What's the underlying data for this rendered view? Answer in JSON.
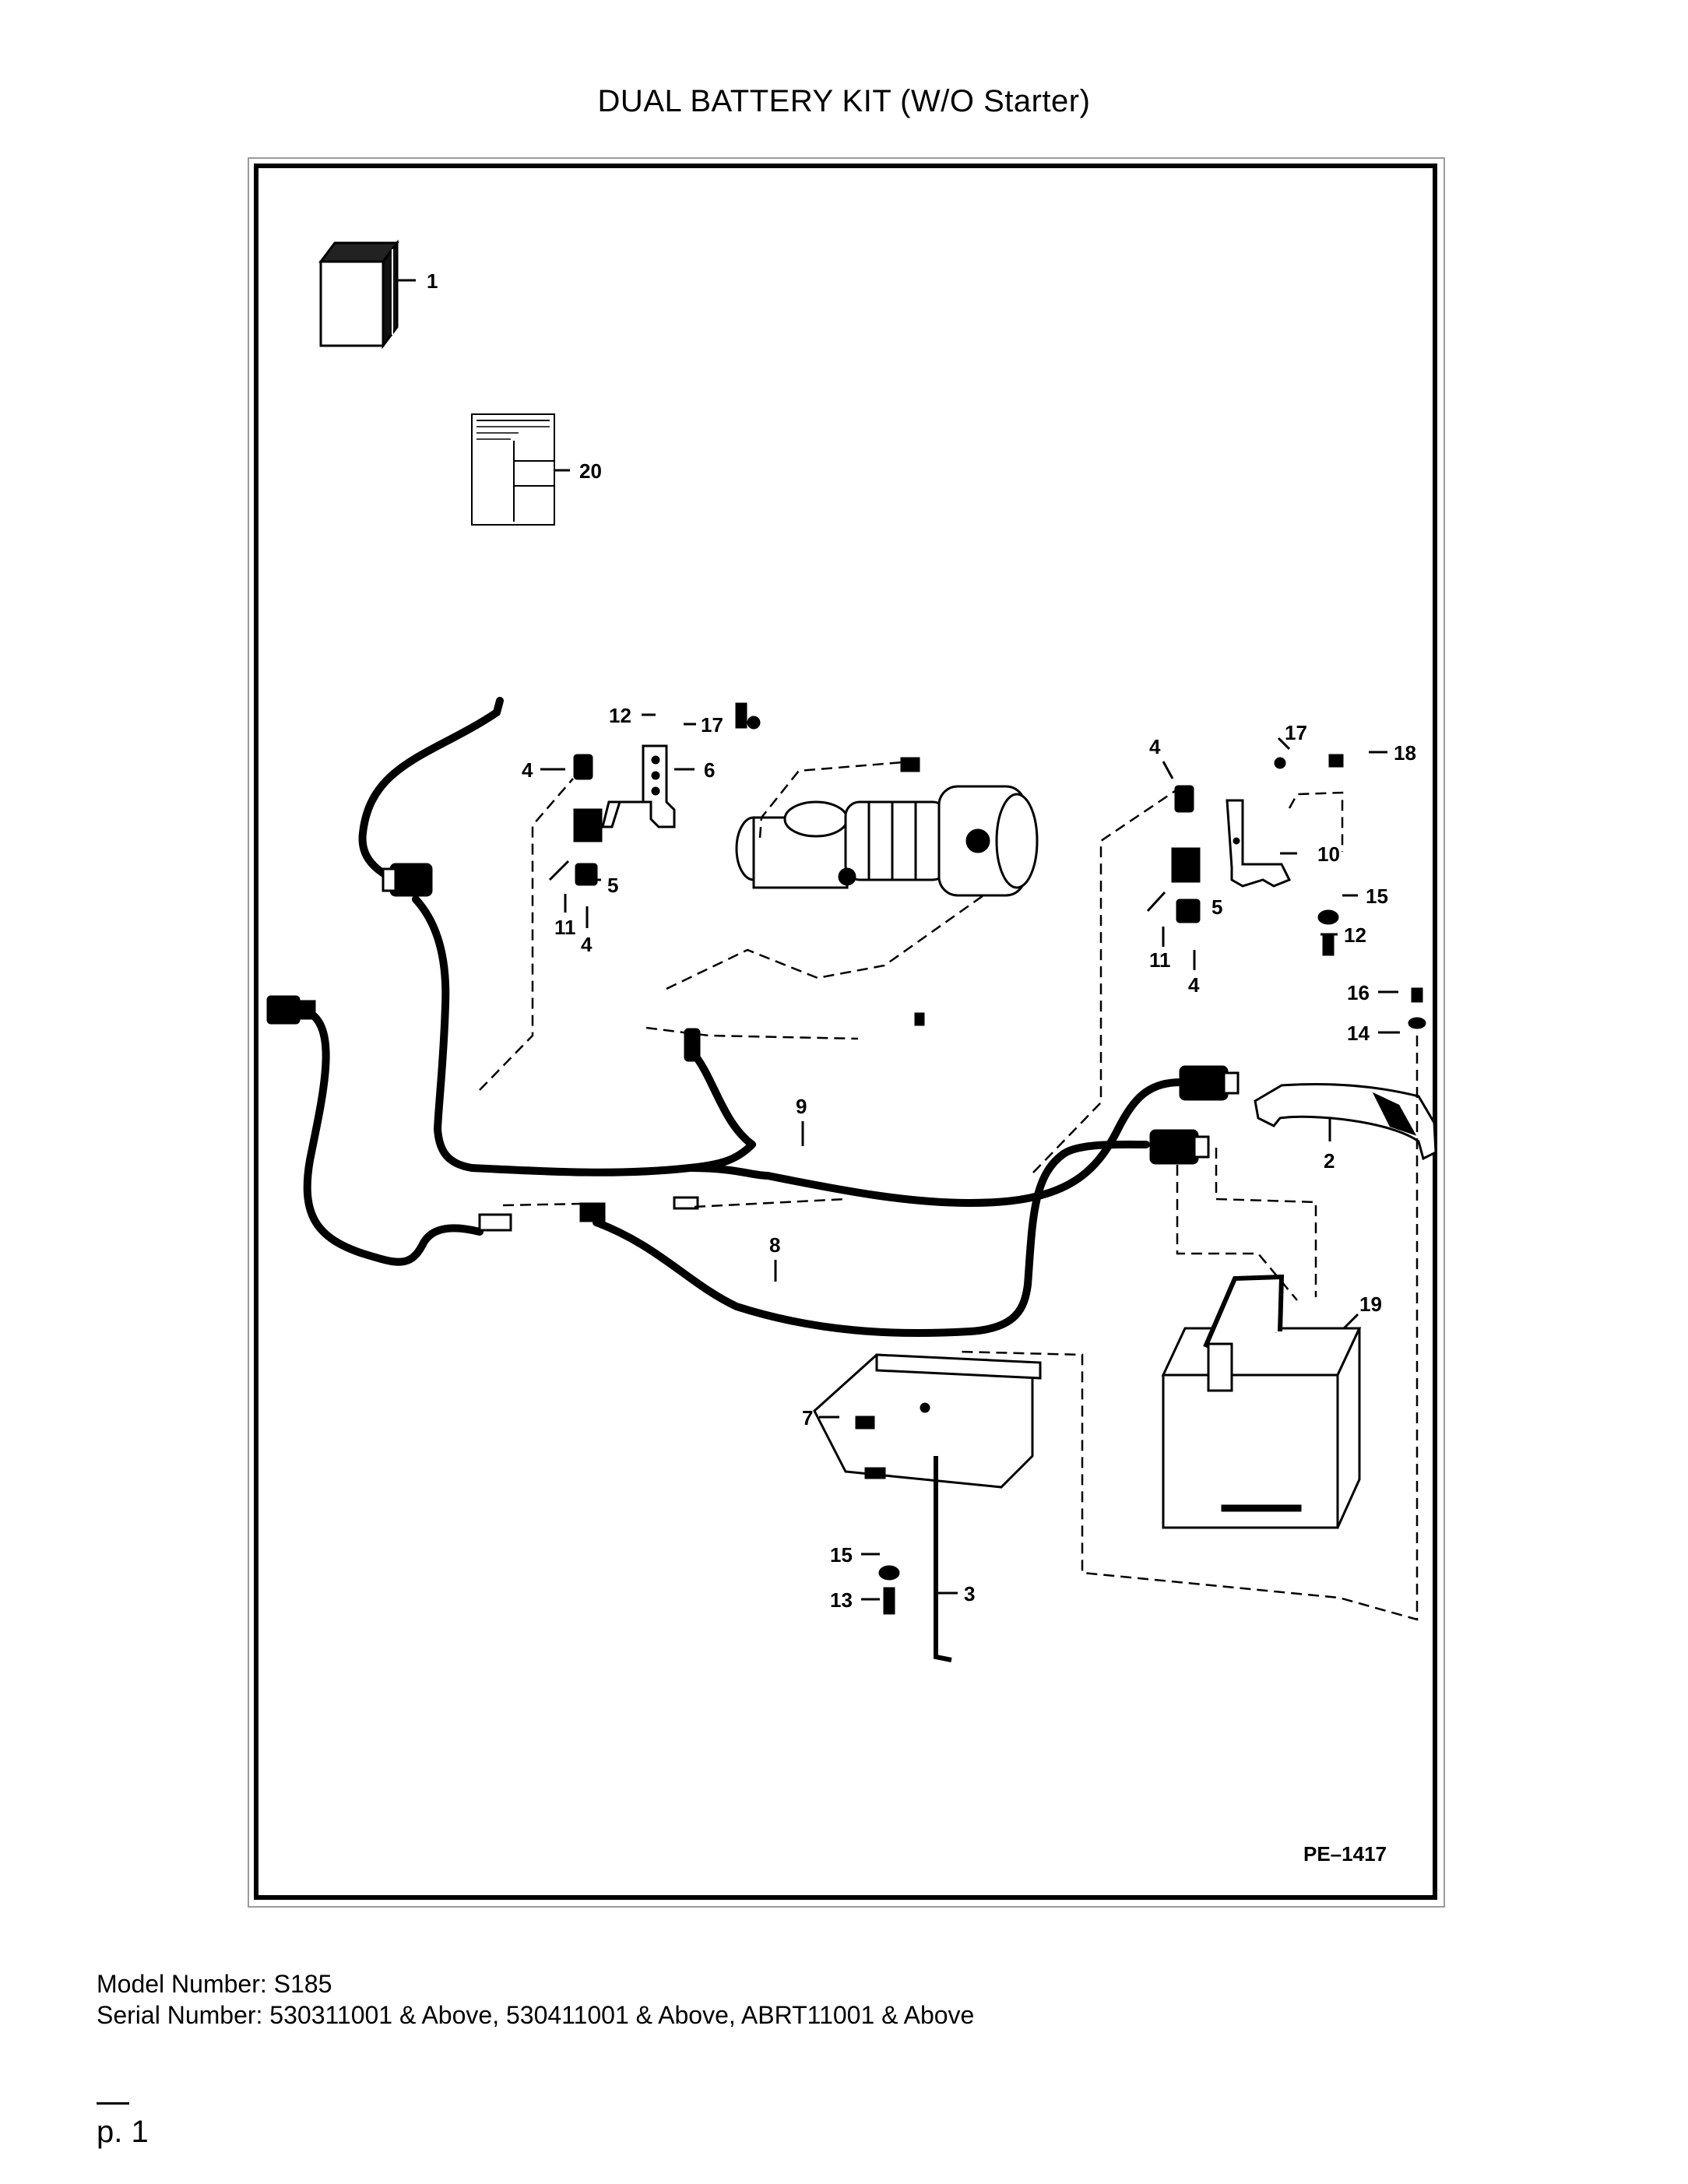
{
  "title": "DUAL BATTERY KIT (W/O Starter)",
  "diagram": {
    "drawing_id": "PE–1417",
    "callouts": [
      "1",
      "20",
      "12",
      "17",
      "6",
      "4",
      "5",
      "11",
      "4",
      "17",
      "18",
      "4",
      "10",
      "15",
      "5",
      "12",
      "11",
      "4",
      "16",
      "14",
      "9",
      "2",
      "8",
      "19",
      "7",
      "15",
      "3",
      "13"
    ]
  },
  "footer": {
    "model": "Model Number: S185",
    "serial": "Serial Number: 530311001 & Above, 530411001 & Above, ABRT11001 & Above"
  },
  "page": {
    "number": "p. 1"
  }
}
